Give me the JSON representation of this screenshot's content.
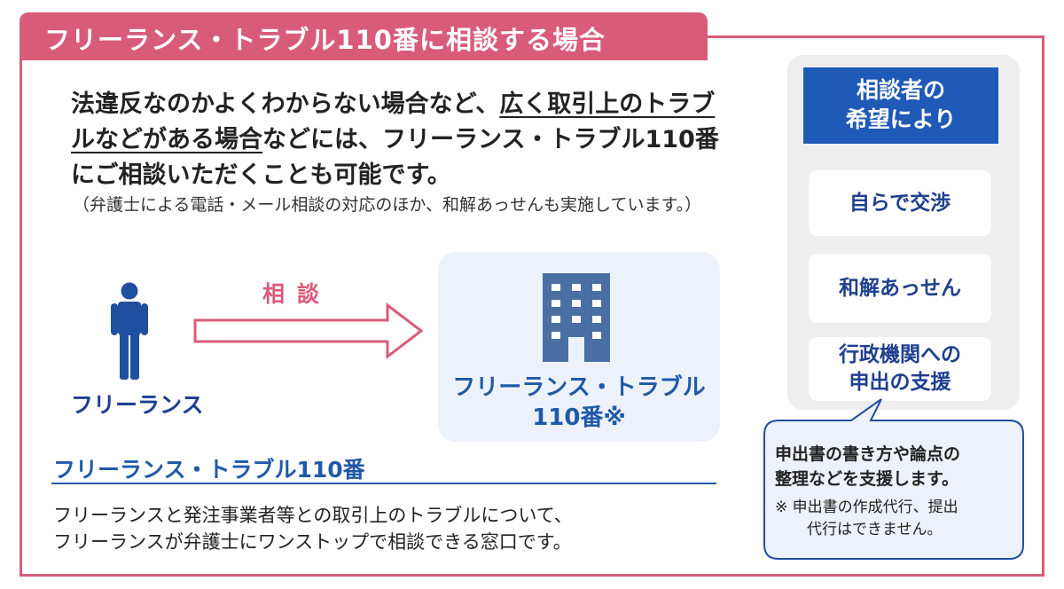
{
  "header": {
    "title": "フリーランス・トラブル110番に相談する場合"
  },
  "intro": {
    "text_before": "法違反なのかよくわからない場合など、",
    "text_underlined": "広く取引上のトラブルなどがある場合",
    "text_after": "などには、フリーランス・トラブル110番にご相談いただくことも可能です。",
    "note": "（弁護士による電話・メール相談の対応のほか、和解あっせんも実施しています。）"
  },
  "flow": {
    "person_label": "フリーランス",
    "arrow_label": "相談",
    "office_label_line1": "フリーランス・トラブル",
    "office_label_line2": "110番※"
  },
  "about": {
    "heading": "フリーランス・トラブル110番",
    "line1": "フリーランスと発注事業者等との取引上のトラブルについて、",
    "line2": "フリーランスが弁護士にワンストップで相談できる窓口です。"
  },
  "options": {
    "wish_line1": "相談者の",
    "wish_line2": "希望により",
    "items": [
      "自らで交渉",
      "和解あっせん",
      "行政機関への",
      "申出の支援"
    ]
  },
  "callout": {
    "main_line1": "申出書の書き方や論点の",
    "main_line2": "整理などを支援します。",
    "note_line1": "※ 申出書の作成代行、提出",
    "note_line2": "代行はできません。"
  },
  "colors": {
    "accent_pink": "#d95b7a",
    "navy": "#1f3f8f",
    "blue": "#1f5ab8",
    "building": "#4a6fa5"
  }
}
